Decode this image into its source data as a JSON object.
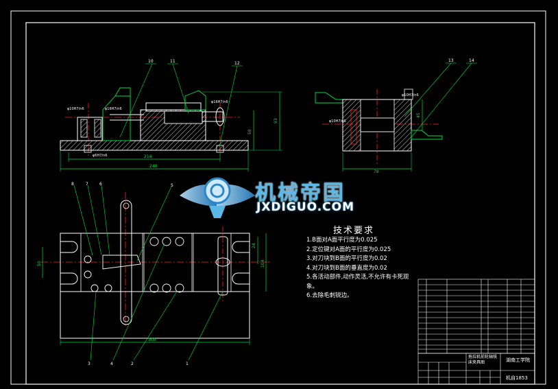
{
  "drawing": {
    "colors": {
      "background": "#000000",
      "line": "#ffffff",
      "centerline": "#ff2020",
      "dimension": "#00e040",
      "hatch": "#ffffff",
      "watermark_blue": "#5bb7e6"
    },
    "front_view": {
      "balloons": [
        "10",
        "11",
        "12"
      ],
      "fits": [
        "φ10H7/n6",
        "φ16H7/n6",
        "φ16H7/n6",
        "φ6H7/n6"
      ],
      "dimensions": [
        "214",
        "240",
        "58",
        "93"
      ]
    },
    "side_view": {
      "balloons": [
        "13",
        "14"
      ],
      "fits": [
        "φ10H7/n6",
        "φ10H7/n6"
      ],
      "dimensions": [
        "78",
        "45"
      ]
    },
    "plan_view": {
      "balloons_top": [
        "8",
        "7",
        "6",
        "5"
      ],
      "balloons_bottom": [
        "3",
        "4",
        "2",
        "1"
      ],
      "dimensions": [
        "300",
        "24",
        "104",
        "50"
      ]
    }
  },
  "watermark": {
    "chinese": "机械帝国",
    "english": "JXDIGUO.COM"
  },
  "technical_requirements": {
    "title": "技术要求",
    "items": [
      "1.B面对A面平行度为0.025",
      "2.定位键对A面的平行度为0.025",
      "3.对刀块到B面的平行度为0.02",
      "4.对刀块到B面的垂直度为0.02",
      "5.各活动部件,动作灵活,不允许有卡死现象。",
      "6.去除毛刺锐边。"
    ]
  },
  "title_block": {
    "drawing_name": "拖拉机前轮轴铣床夹具图",
    "company": "湖南工学院",
    "drawing_no": "机自1853"
  }
}
